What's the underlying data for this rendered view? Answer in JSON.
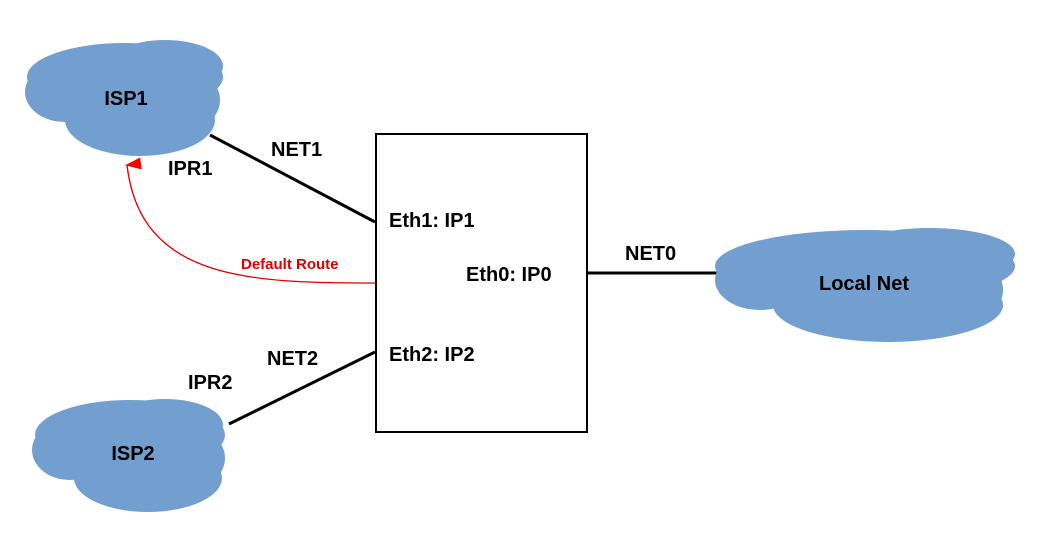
{
  "nodes": {
    "isp1": {
      "label": "ISP1"
    },
    "isp2": {
      "label": "ISP2"
    },
    "local": {
      "label": "Local Net"
    },
    "router": {
      "eth1": "Eth1: IP1",
      "eth0": "Eth0: IP0",
      "eth2": "Eth2: IP2"
    }
  },
  "links": {
    "net1": "NET1",
    "net2": "NET2",
    "net0": "NET0",
    "ipr1": "IPR1",
    "ipr2": "IPR2"
  },
  "default_route": {
    "label": "Default Route",
    "color": "#e00000"
  },
  "colors": {
    "cloud": "#729fcf",
    "line": "#000000"
  }
}
